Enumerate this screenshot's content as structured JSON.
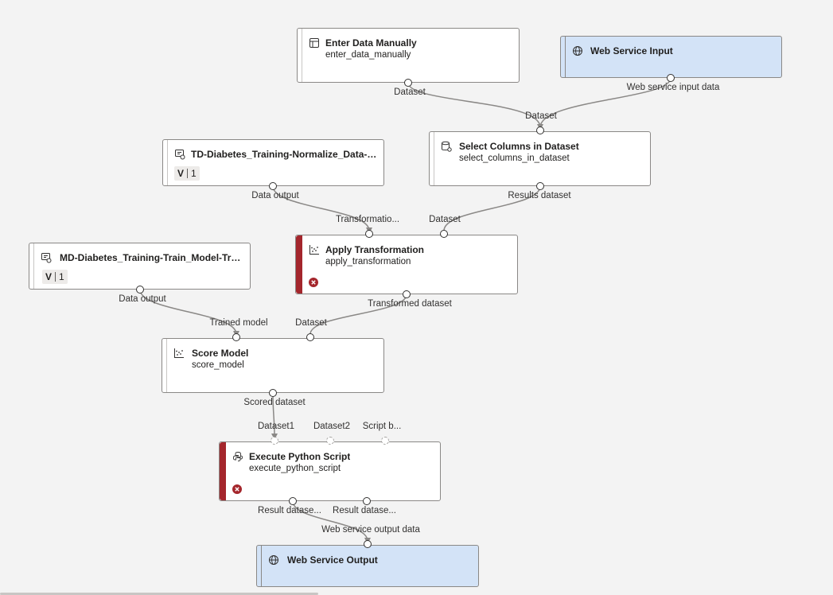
{
  "nodes": {
    "enter_data": {
      "title": "Enter Data Manually",
      "subtitle": "enter_data_manually"
    },
    "ws_input": {
      "title": "Web Service Input"
    },
    "td_normalize": {
      "title": "TD-Diabetes_Training-Normalize_Data-Tr...",
      "version_letter": "V",
      "version": "1"
    },
    "select_columns": {
      "title": "Select Columns in Dataset",
      "subtitle": "select_columns_in_dataset"
    },
    "md_train": {
      "title": "MD-Diabetes_Training-Train_Model-Trai...",
      "version_letter": "V",
      "version": "1"
    },
    "apply_transformation": {
      "title": "Apply Transformation",
      "subtitle": "apply_transformation"
    },
    "score_model": {
      "title": "Score Model",
      "subtitle": "score_model"
    },
    "execute_python": {
      "title": "Execute Python Script",
      "subtitle": "execute_python_script"
    },
    "ws_output": {
      "title": "Web Service Output"
    }
  },
  "ports": {
    "enter_data_out": "Dataset",
    "ws_input_out": "Web service input data",
    "select_in": "Dataset",
    "td_out": "Data output",
    "select_out": "Results dataset",
    "apply_in_transform": "Transformatio...",
    "apply_in_dataset": "Dataset",
    "md_out": "Data output",
    "apply_out": "Transformed dataset",
    "score_in_model": "Trained model",
    "score_in_dataset": "Dataset",
    "score_out": "Scored dataset",
    "py_in1": "Dataset1",
    "py_in2": "Dataset2",
    "py_in3": "Script b...",
    "py_out1": "Result datase...",
    "py_out2": "Result datase...",
    "ws_out_in": "Web service output data"
  },
  "colors": {
    "error": "#a4262c",
    "service_node": "#d3e3f7",
    "edge": "#8a8886"
  },
  "icons": {
    "dataset": "dataset-icon",
    "globe": "globe-icon",
    "pipeline": "pipeline-icon",
    "scatter": "scatter-icon",
    "python": "python-icon",
    "error": "error-icon"
  }
}
